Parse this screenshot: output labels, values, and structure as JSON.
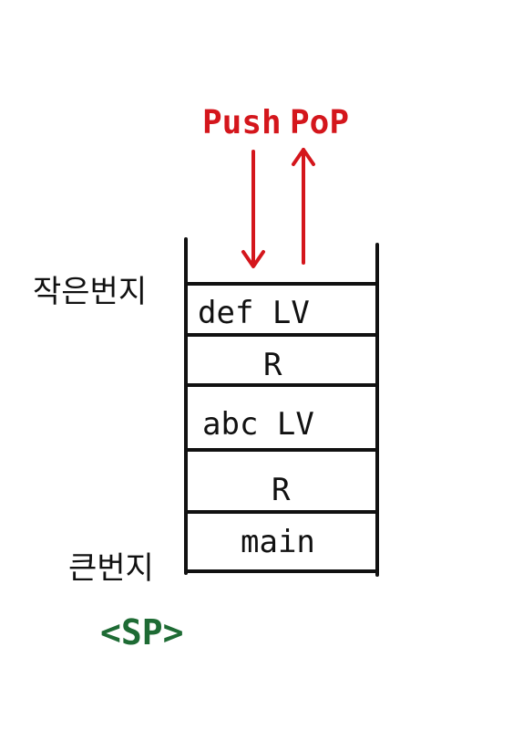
{
  "labels": {
    "push": "Push",
    "pop": "PoP",
    "low_address": "작은번지",
    "high_address": "큰번지",
    "sp": "<SP>"
  },
  "stack": {
    "cells": [
      "def LV",
      "R",
      "abc LV",
      "R",
      "main"
    ]
  },
  "colors": {
    "push_pop": "#d4161c",
    "sp": "#1e6b34",
    "ink": "#111111"
  }
}
